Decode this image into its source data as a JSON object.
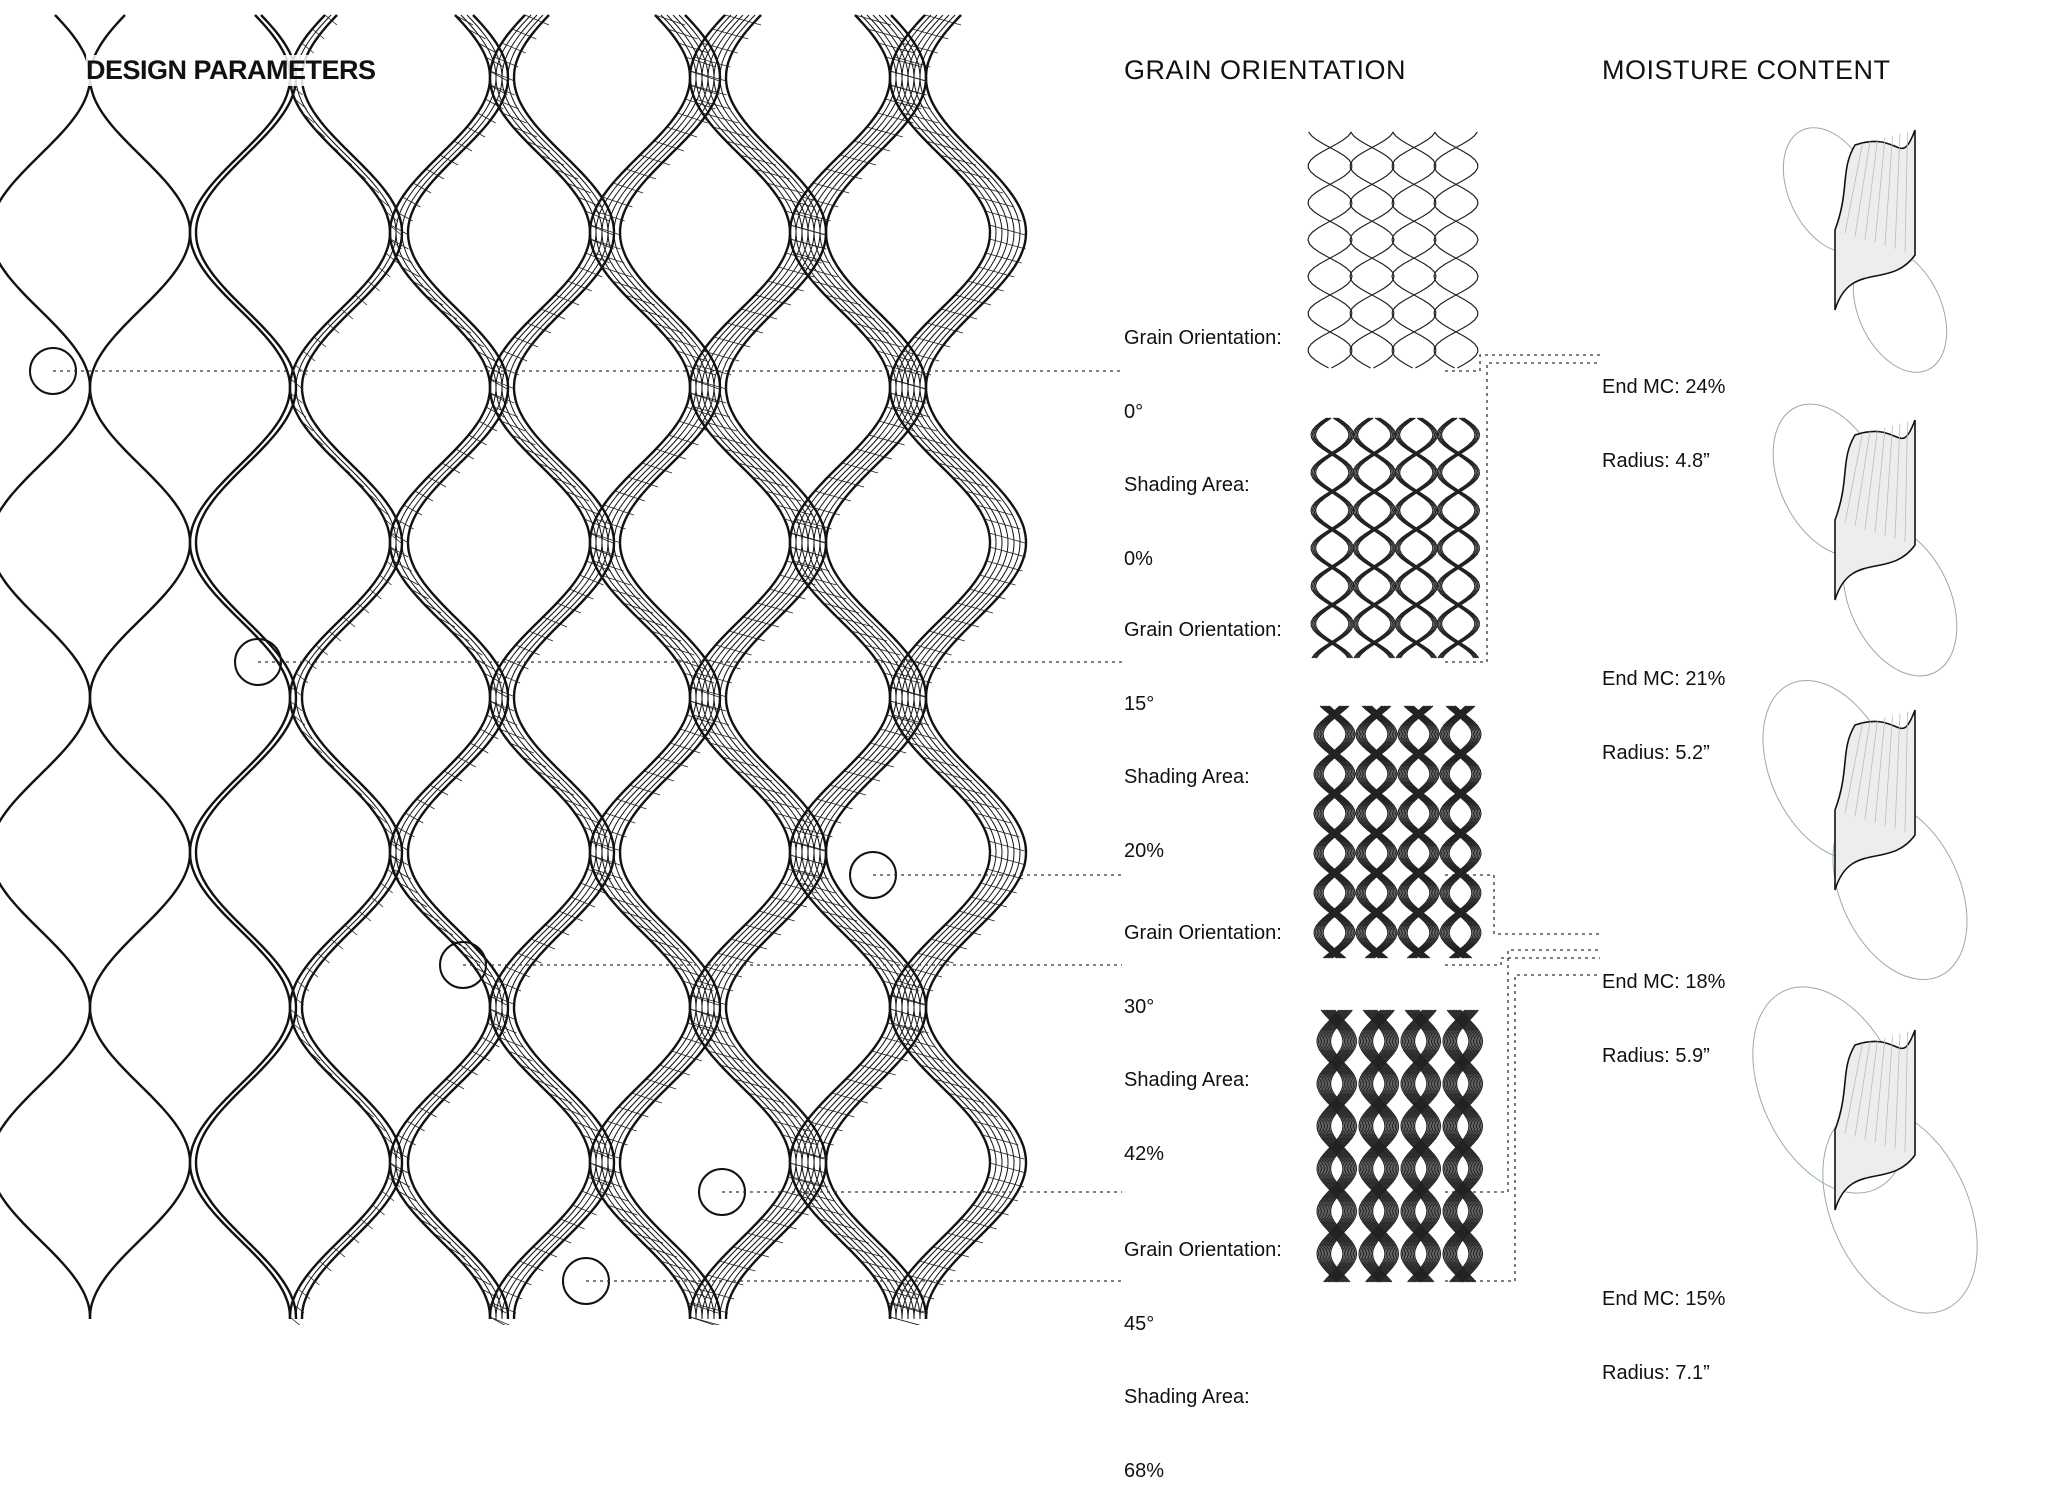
{
  "headings": {
    "design": "DESIGN PARAMETERS",
    "grain": "GRAIN ORIENTATION",
    "moisture": "MOISTURE CONTENT"
  },
  "grain_rows": [
    {
      "orientation_label": "Grain Orientation:",
      "orientation": "0°",
      "shading_label": "Shading Area:",
      "shading": "0%"
    },
    {
      "orientation_label": "Grain Orientation:",
      "orientation": "15°",
      "shading_label": "Shading Area:",
      "shading": "20%"
    },
    {
      "orientation_label": "Grain Orientation:",
      "orientation": "30°",
      "shading_label": "Shading Area:",
      "shading": "42%"
    },
    {
      "orientation_label": "Grain Orientation:",
      "orientation": "45°",
      "shading_label": "Shading Area:",
      "shading": "68%"
    }
  ],
  "moisture_rows": [
    {
      "end_mc": "End MC: 24%",
      "radius": "Radius: 4.8”"
    },
    {
      "end_mc": "End MC: 21%",
      "radius": "Radius: 5.2”"
    },
    {
      "end_mc": "End MC: 18%",
      "radius": "Radius: 5.9”"
    },
    {
      "end_mc": "End MC: 15%",
      "radius": "Radius: 7.1”"
    }
  ]
}
